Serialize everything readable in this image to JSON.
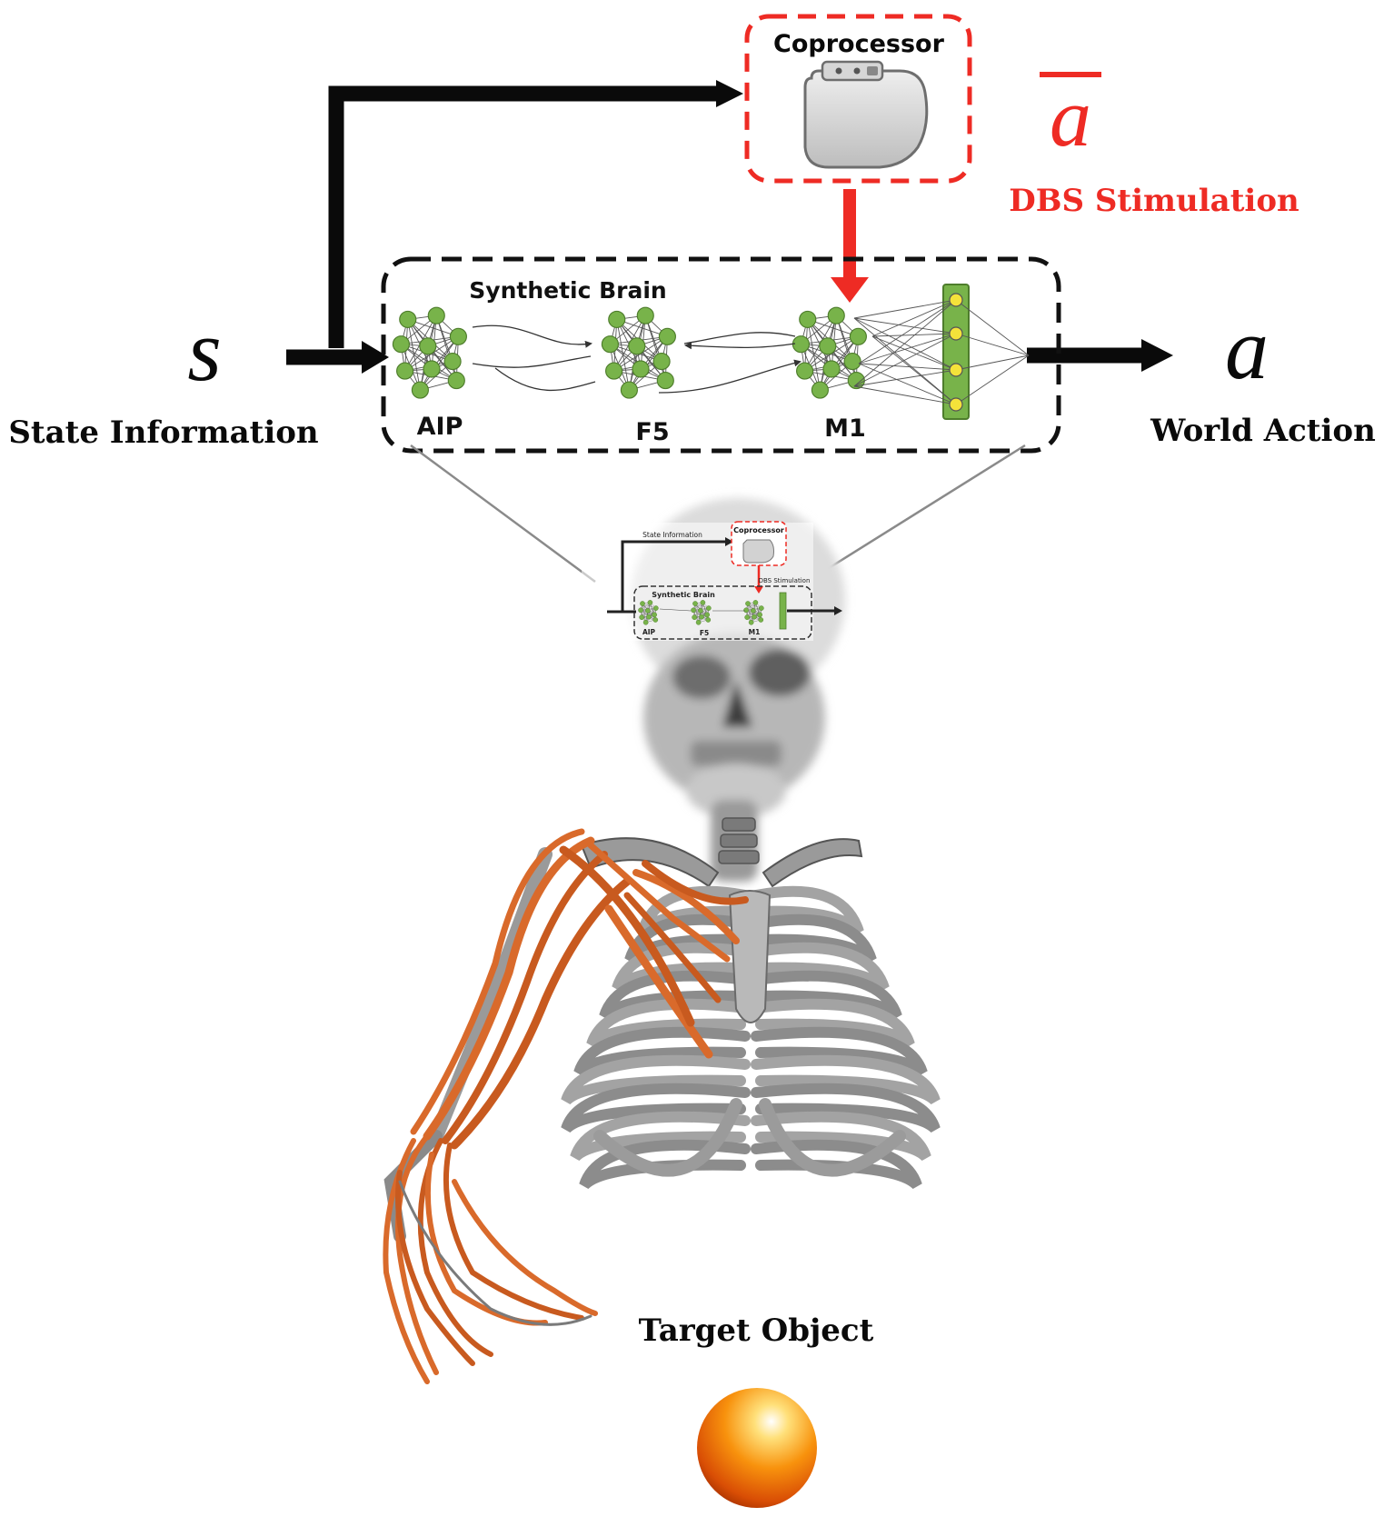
{
  "input": {
    "symbol": "s",
    "label": "State Information"
  },
  "output": {
    "symbol": "a",
    "label": "World Action"
  },
  "coprocessor": {
    "title": "Coprocessor",
    "symbol": "a",
    "label": "DBS Stimulation"
  },
  "brain": {
    "title": "Synthetic Brain",
    "regions": [
      "AIP",
      "F5",
      "M1"
    ]
  },
  "inset": {
    "state_label": "State Information",
    "coprocessor_title": "Coprocessor",
    "dbs_label": "DBS Stimulation",
    "brain_title": "Synthetic Brain",
    "regions": [
      "AIP",
      "F5",
      "M1"
    ]
  },
  "target": {
    "label": "Target Object"
  },
  "colors": {
    "accent_red": "#ee2b24",
    "node_green": "#78b34a",
    "node_yellow": "#f4e23a",
    "muscle_orange": "#d96a2b",
    "bone_gray": "#8e8e8e",
    "ink": "#0a0a0a"
  },
  "icons": [
    "pacemaker-icon",
    "neural-network-icon",
    "skeleton-icon",
    "sphere-icon"
  ]
}
